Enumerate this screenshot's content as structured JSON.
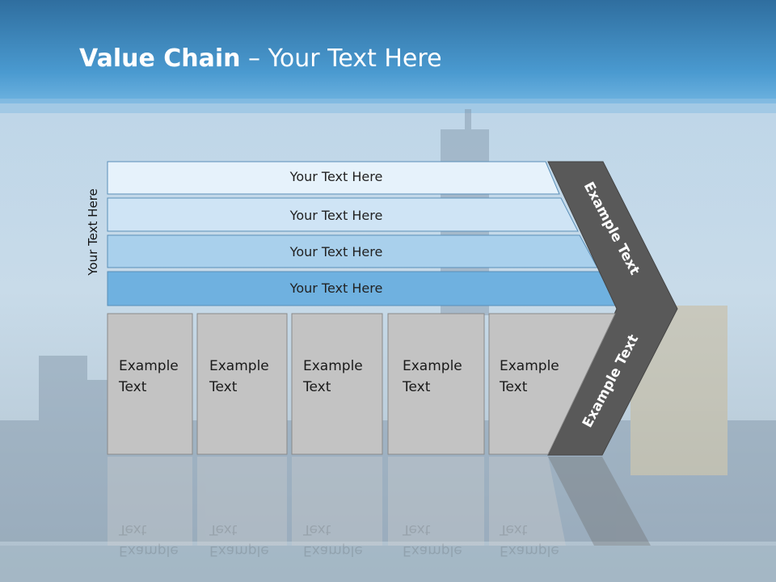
{
  "title": {
    "bold": "Value Chain",
    "rest": " – Your Text Here"
  },
  "side_label": "Your Text Here",
  "bands": [
    {
      "label": "Your Text Here",
      "color": "#e6f2fb"
    },
    {
      "label": "Your Text Here",
      "color": "#cfe4f5"
    },
    {
      "label": "Your Text Here",
      "color": "#a9d0ec"
    },
    {
      "label": "Your Text Here",
      "color": "#6fb1e0"
    }
  ],
  "boxes": [
    {
      "line1": "Example",
      "line2": "Text"
    },
    {
      "line1": "Example",
      "line2": "Text"
    },
    {
      "line1": "Example",
      "line2": "Text"
    },
    {
      "line1": "Example",
      "line2": "Text"
    },
    {
      "line1": "Example",
      "line2": "Text"
    }
  ],
  "arrow": {
    "upper_label": "Example Text",
    "lower_label": "Example Text",
    "color": "#595959"
  },
  "colors": {
    "header_top": "#2e79b5",
    "header_bottom": "#4a9fd6",
    "box_fill": "#c3c3c3"
  }
}
